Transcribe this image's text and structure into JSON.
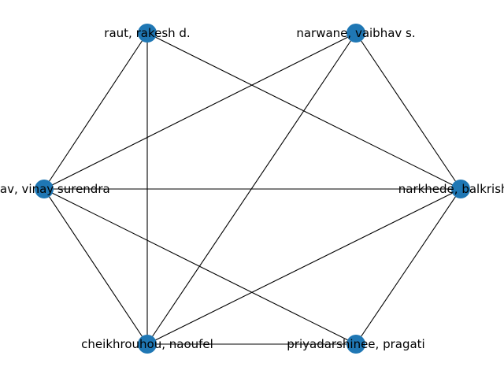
{
  "colors": {
    "node": "#1f77b4",
    "edge": "#000000",
    "background": "#ffffff"
  },
  "nodes": [
    {
      "id": "raut",
      "label": "raut, rakesh d."
    },
    {
      "id": "narwane",
      "label": "narwane, vaibhav s."
    },
    {
      "id": "narkhede",
      "label": "narkhede, balkrishna"
    },
    {
      "id": "priyadarshinee",
      "label": "priyadarshinee, pragati"
    },
    {
      "id": "cheikhrouhou",
      "label": "cheikhrouhou, naoufel"
    },
    {
      "id": "yadav",
      "label": "yadav, vinay surendra"
    }
  ],
  "edges": [
    [
      "raut",
      "yadav"
    ],
    [
      "raut",
      "cheikhrouhou"
    ],
    [
      "raut",
      "narkhede"
    ],
    [
      "narwane",
      "yadav"
    ],
    [
      "narwane",
      "cheikhrouhou"
    ],
    [
      "narwane",
      "narkhede"
    ],
    [
      "yadav",
      "narkhede"
    ],
    [
      "yadav",
      "cheikhrouhou"
    ],
    [
      "yadav",
      "priyadarshinee"
    ],
    [
      "cheikhrouhou",
      "narkhede"
    ],
    [
      "cheikhrouhou",
      "priyadarshinee"
    ],
    [
      "narkhede",
      "priyadarshinee"
    ]
  ]
}
